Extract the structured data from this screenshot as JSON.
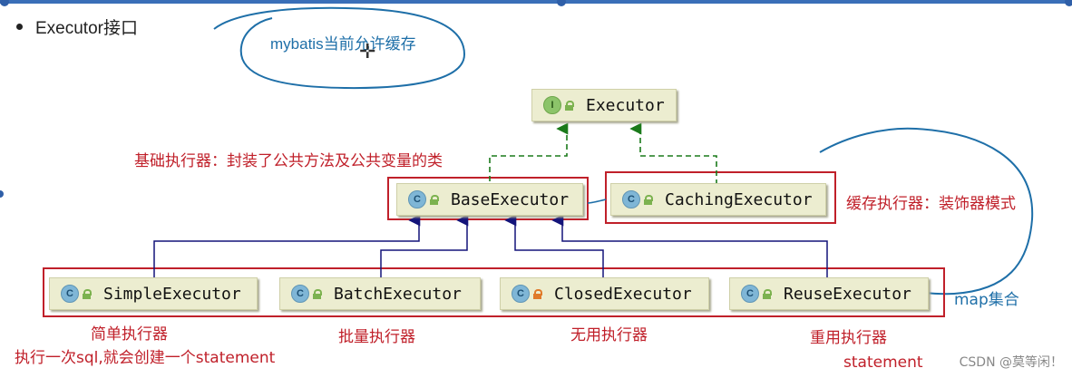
{
  "bullet": "Executor接口",
  "handwritten": {
    "allow_cache": "mybatis当前允许缓存"
  },
  "nodes": {
    "executor": "Executor",
    "base": "BaseExecutor",
    "caching": "CachingExecutor",
    "simple": "SimpleExecutor",
    "batch": "BatchExecutor",
    "closed": "ClosedExecutor",
    "reuse": "ReuseExecutor"
  },
  "icons": {
    "interface": "I",
    "class": "C"
  },
  "labels": {
    "base_desc": "基础执行器：封装了公共方法及公共变量的类",
    "caching_desc": "缓存执行器：装饰器模式",
    "map_collection": "map集合",
    "simple_desc": "简单执行器",
    "simple_note": "执行一次sql,就会创建一个statement",
    "batch_desc": "批量执行器",
    "closed_desc": "无用执行器",
    "reuse_desc": "重用执行器",
    "statement": "statement"
  },
  "watermark": "CSDN @莫等闲！",
  "colors": {
    "annotation_red": "#c0202a",
    "handwriting_blue": "#1e6fa8",
    "inherit_arrow": "#14147a",
    "implement_arrow": "#1a7a1a",
    "node_fill": "#ecedd0"
  }
}
